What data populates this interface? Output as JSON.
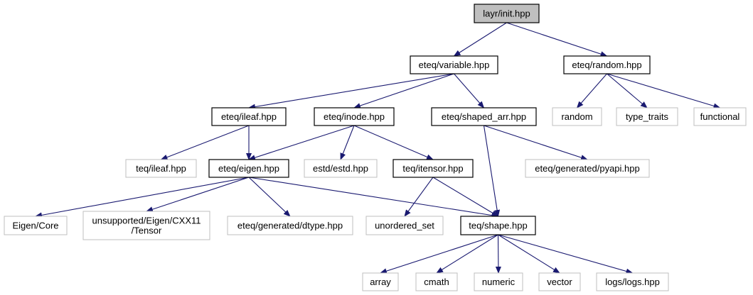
{
  "colors": {
    "edge": "#191970",
    "root_fill": "#bfbfbf",
    "strong_border": "#000000",
    "weak_border": "#bfbfbf",
    "background": "#ffffff"
  },
  "nodes": [
    {
      "id": "n0",
      "lines": [
        "layr/init.hpp"
      ],
      "kind": "root"
    },
    {
      "id": "n1",
      "lines": [
        "eteq/variable.hpp"
      ],
      "kind": "strong"
    },
    {
      "id": "n2",
      "lines": [
        "eteq/random.hpp"
      ],
      "kind": "strong"
    },
    {
      "id": "n3",
      "lines": [
        "eteq/ileaf.hpp"
      ],
      "kind": "strong"
    },
    {
      "id": "n4",
      "lines": [
        "eteq/inode.hpp"
      ],
      "kind": "strong"
    },
    {
      "id": "n5",
      "lines": [
        "eteq/shaped_arr.hpp"
      ],
      "kind": "strong"
    },
    {
      "id": "n6",
      "lines": [
        "random"
      ],
      "kind": "weak"
    },
    {
      "id": "n7",
      "lines": [
        "type_traits"
      ],
      "kind": "weak"
    },
    {
      "id": "n8",
      "lines": [
        "functional"
      ],
      "kind": "weak"
    },
    {
      "id": "n9",
      "lines": [
        "teq/ileaf.hpp"
      ],
      "kind": "weak"
    },
    {
      "id": "n10",
      "lines": [
        "eteq/eigen.hpp"
      ],
      "kind": "strong"
    },
    {
      "id": "n11",
      "lines": [
        "estd/estd.hpp"
      ],
      "kind": "weak"
    },
    {
      "id": "n12",
      "lines": [
        "teq/itensor.hpp"
      ],
      "kind": "strong"
    },
    {
      "id": "n13",
      "lines": [
        "eteq/generated/pyapi.hpp"
      ],
      "kind": "weak"
    },
    {
      "id": "n14",
      "lines": [
        "Eigen/Core"
      ],
      "kind": "weak"
    },
    {
      "id": "n15",
      "lines": [
        "unsupported/Eigen/CXX11",
        "/Tensor"
      ],
      "kind": "weak"
    },
    {
      "id": "n16",
      "lines": [
        "eteq/generated/dtype.hpp"
      ],
      "kind": "weak"
    },
    {
      "id": "n17",
      "lines": [
        "unordered_set"
      ],
      "kind": "weak"
    },
    {
      "id": "n18",
      "lines": [
        "teq/shape.hpp"
      ],
      "kind": "strong"
    },
    {
      "id": "n19",
      "lines": [
        "array"
      ],
      "kind": "weak"
    },
    {
      "id": "n20",
      "lines": [
        "cmath"
      ],
      "kind": "weak"
    },
    {
      "id": "n21",
      "lines": [
        "numeric"
      ],
      "kind": "weak"
    },
    {
      "id": "n22",
      "lines": [
        "vector"
      ],
      "kind": "weak"
    },
    {
      "id": "n23",
      "lines": [
        "logs/logs.hpp"
      ],
      "kind": "weak"
    }
  ],
  "edges": [
    [
      "n0",
      "n1"
    ],
    [
      "n0",
      "n2"
    ],
    [
      "n1",
      "n3"
    ],
    [
      "n1",
      "n4"
    ],
    [
      "n1",
      "n5"
    ],
    [
      "n2",
      "n6"
    ],
    [
      "n2",
      "n7"
    ],
    [
      "n2",
      "n8"
    ],
    [
      "n3",
      "n9"
    ],
    [
      "n3",
      "n10"
    ],
    [
      "n4",
      "n10"
    ],
    [
      "n4",
      "n11"
    ],
    [
      "n4",
      "n12"
    ],
    [
      "n5",
      "n18"
    ],
    [
      "n5",
      "n13"
    ],
    [
      "n10",
      "n14"
    ],
    [
      "n10",
      "n15"
    ],
    [
      "n10",
      "n16"
    ],
    [
      "n10",
      "n18"
    ],
    [
      "n12",
      "n17"
    ],
    [
      "n12",
      "n18"
    ],
    [
      "n18",
      "n19"
    ],
    [
      "n18",
      "n20"
    ],
    [
      "n18",
      "n21"
    ],
    [
      "n18",
      "n22"
    ],
    [
      "n18",
      "n23"
    ]
  ]
}
